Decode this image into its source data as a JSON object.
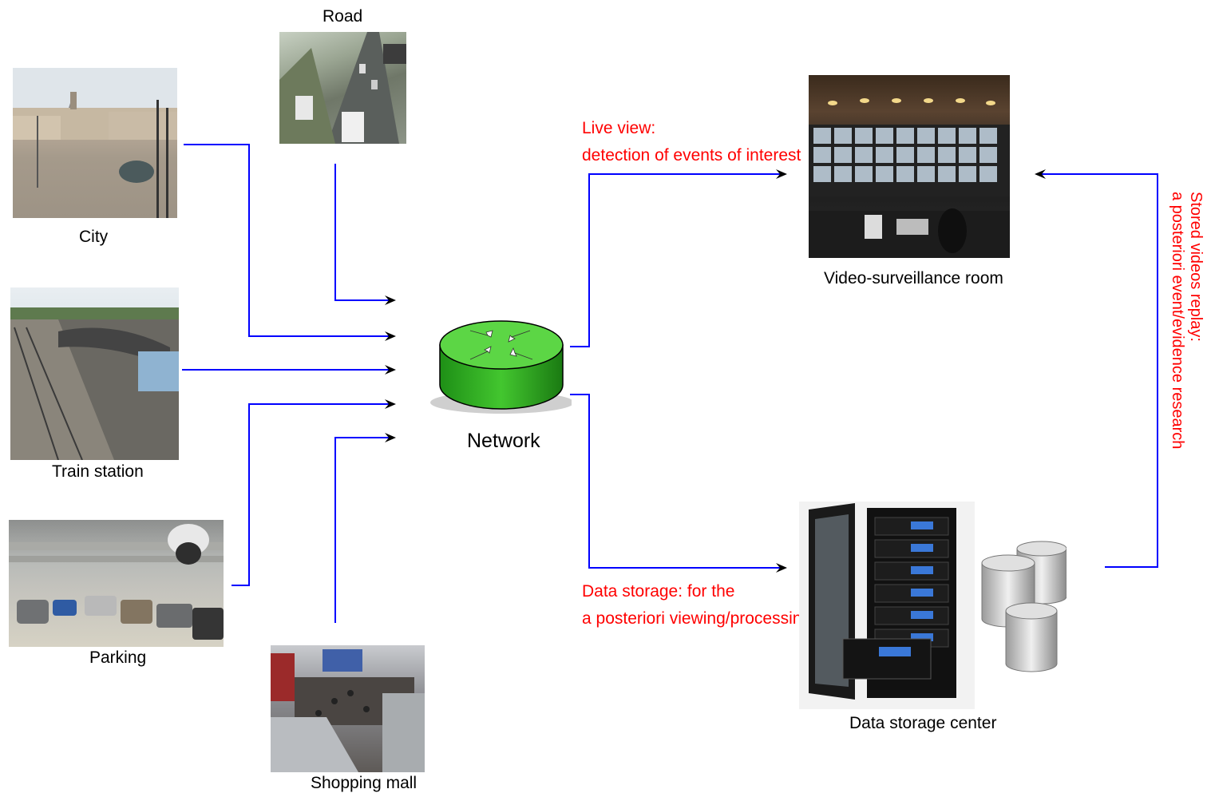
{
  "sources": {
    "road": "Road",
    "city": "City",
    "train_station": "Train station",
    "parking": "Parking",
    "shopping_mall": "Shopping mall"
  },
  "network": {
    "label": "Network"
  },
  "live_view": {
    "line1": "Live view:",
    "line2": "detection of events of interest"
  },
  "data_storage_note": {
    "line1": "Data storage: for the",
    "line2": "a posteriori viewing/processing"
  },
  "destinations": {
    "surveillance_room": "Video-surveillance room",
    "storage_center": "Data storage center"
  },
  "replay": {
    "line1": "Stored videos replay:",
    "line2": "a posteriori event/evidence research"
  },
  "colors": {
    "wire": "#0000ff",
    "annotation": "#ff0000",
    "router": "#33bb22"
  },
  "icons": [
    "router-icon",
    "server-rack-icon",
    "database-icon"
  ]
}
